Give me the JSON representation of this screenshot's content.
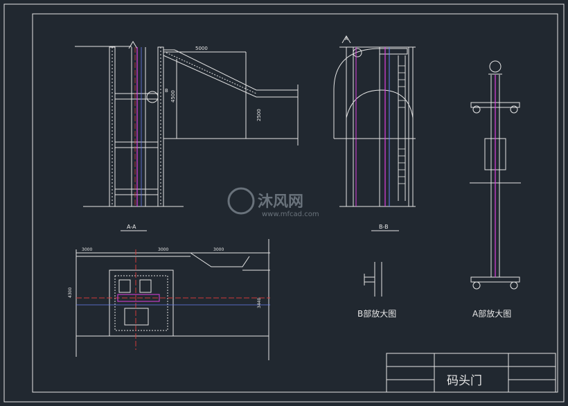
{
  "colors": {
    "background": "#212830",
    "line": "#e6e6e6",
    "magenta": "#e040e0",
    "blue": "#6a7cf0",
    "red": "#d23a3a",
    "watermark": "#9aa4ad"
  },
  "labels": {
    "section_aa": "A-A",
    "section_bb": "B-B",
    "detail_b": "B部放大图",
    "detail_a": "A部放大图",
    "drawing_title": "码头门",
    "marker_a": "A",
    "marker_b": "B"
  },
  "dimensions": {
    "aa_top": "5000",
    "aa_vert_1": "4500",
    "aa_vert_2": "2500",
    "plan_1": "3000",
    "plan_2": "3000",
    "plan_3": "3000",
    "plan_left": "4300",
    "plan_right": "3440"
  },
  "watermark": {
    "brand": "沐风网",
    "url": "www.mfcad.com"
  }
}
